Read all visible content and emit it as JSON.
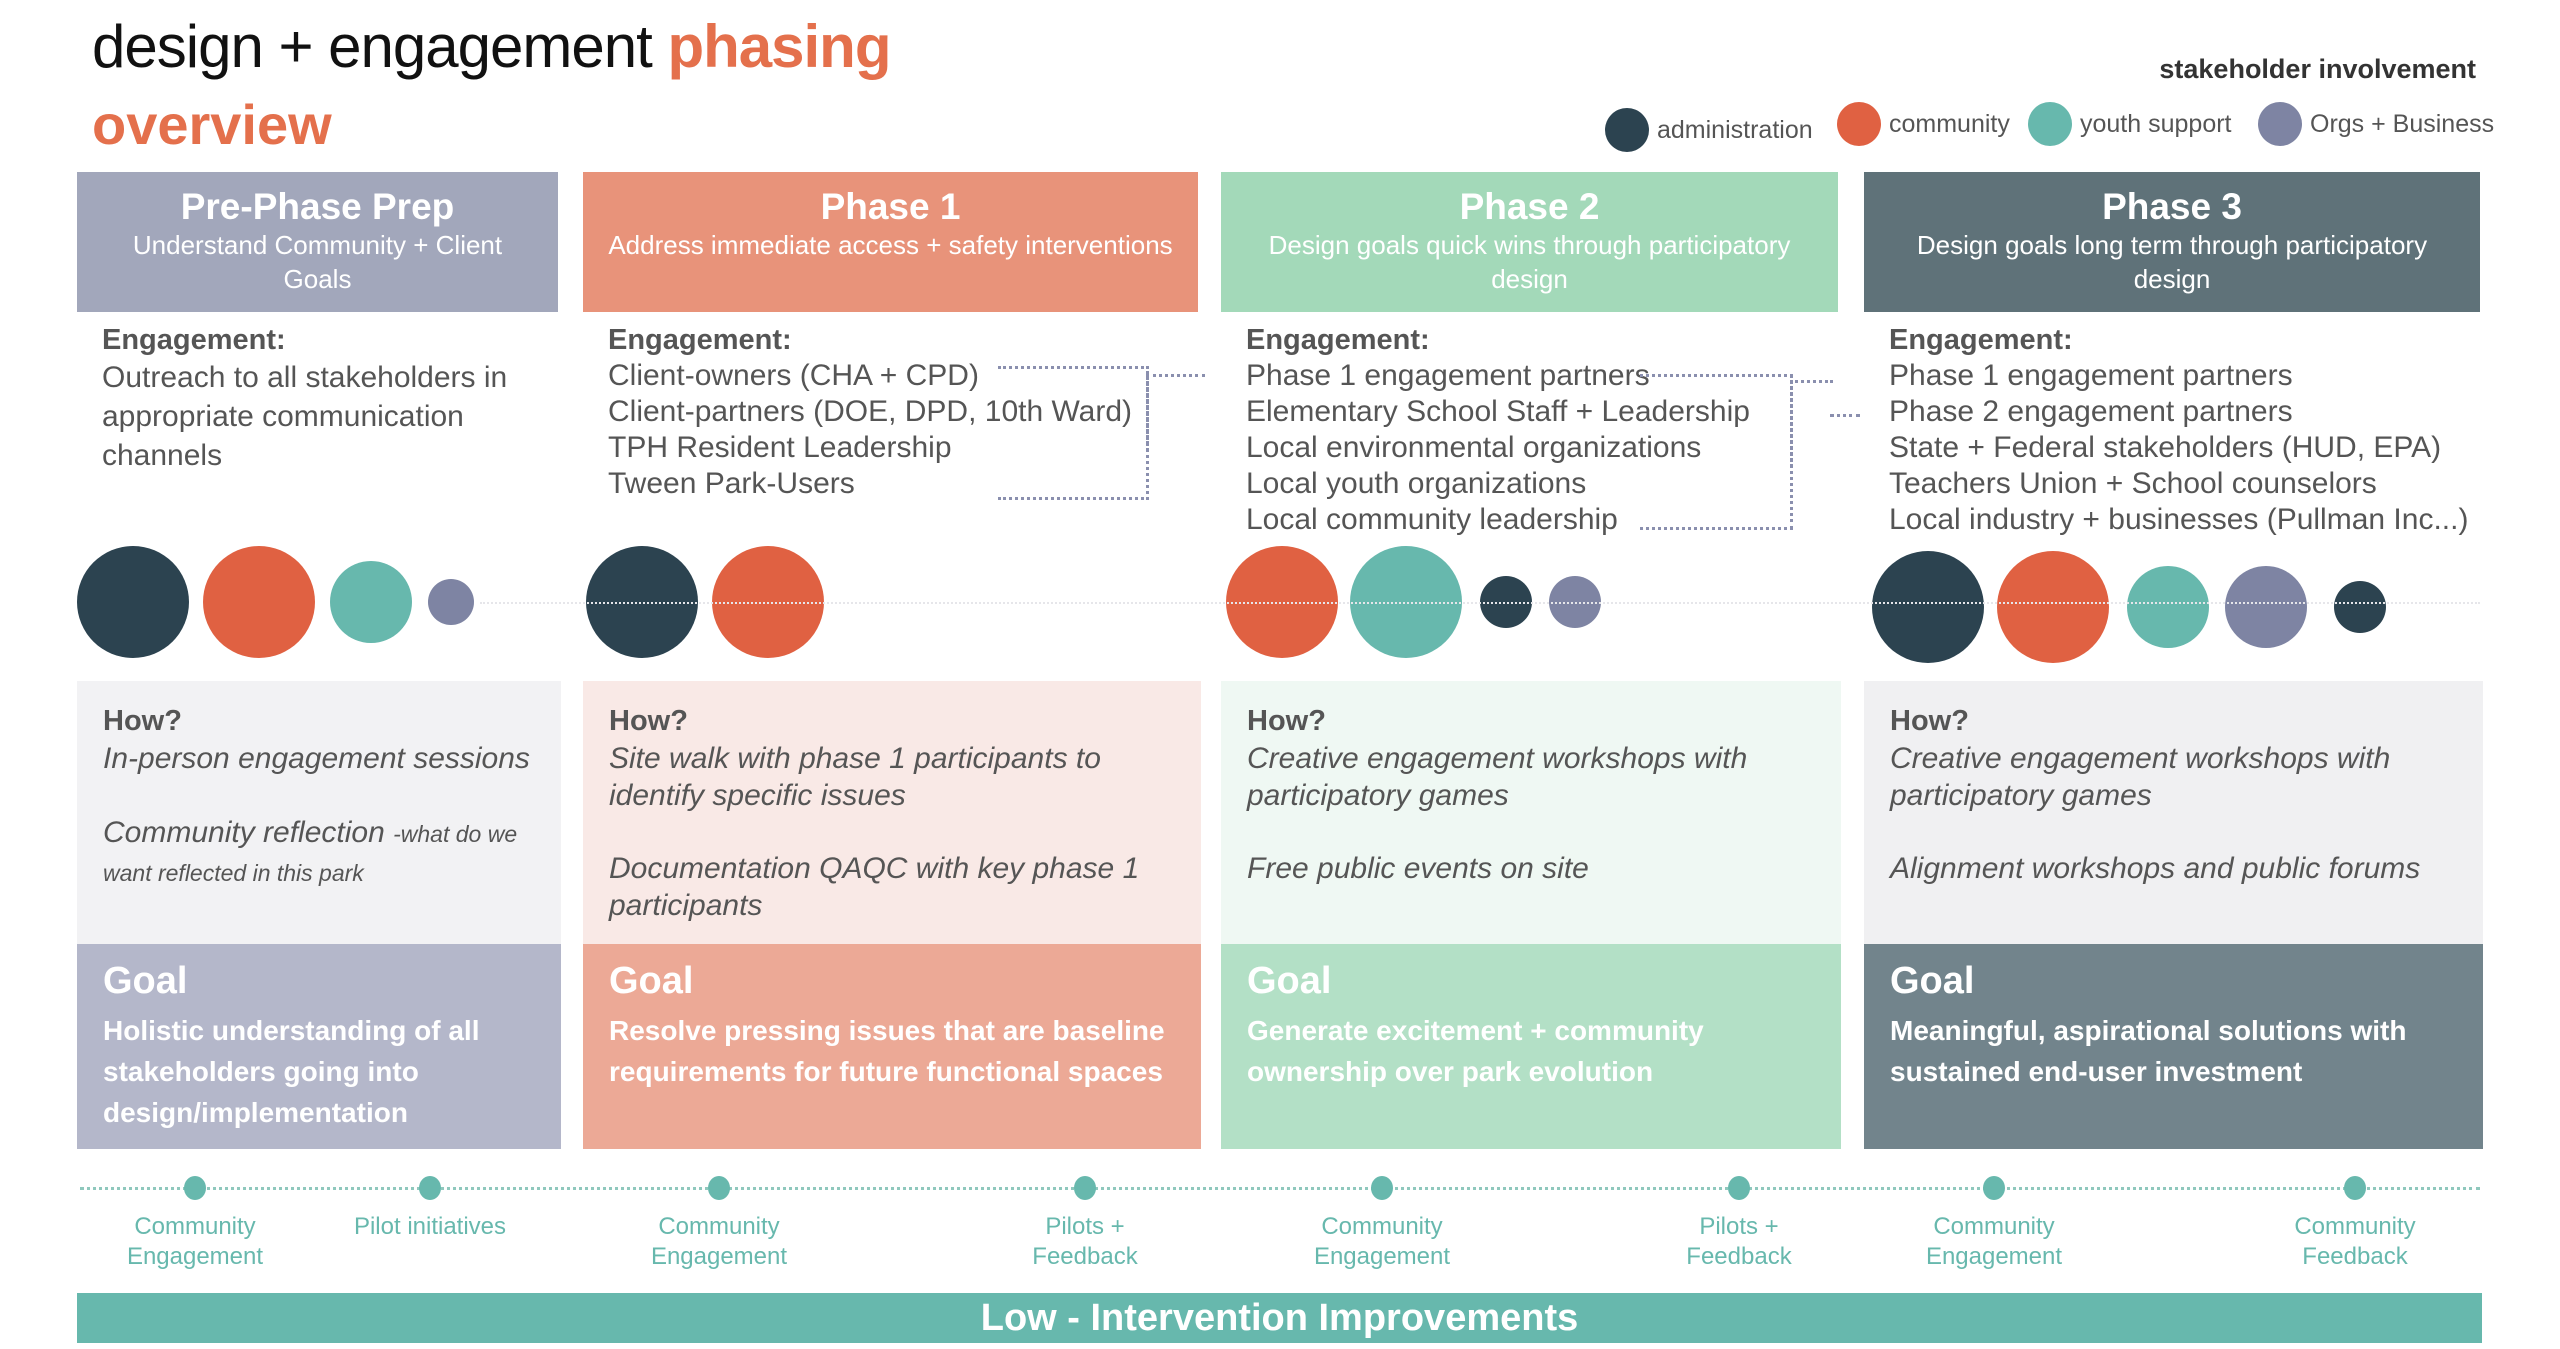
{
  "title": {
    "main": "design + engagement",
    "accent": "phasing",
    "line2": "overview"
  },
  "legend": {
    "title": "stakeholder involvement",
    "items": [
      {
        "label": "administration",
        "color": "#2c4350"
      },
      {
        "label": "community",
        "color": "#e06142"
      },
      {
        "label": "youth support",
        "color": "#67b8ad"
      },
      {
        "label": "Orgs + Business",
        "color": "#7e84a3"
      }
    ]
  },
  "phases": [
    {
      "title": "Pre-Phase Prep",
      "subtitle": "Understand Community + Client Goals",
      "header_color": "#a2a7bb",
      "how_bg": "#f2f2f4",
      "goal_bg": "#b4b7ca",
      "engagement_label": "Engagement:",
      "engagement": [
        "Outreach to all stakeholders in appropriate communication channels"
      ],
      "stakeholders": [
        {
          "type": "administration",
          "level": "high"
        },
        {
          "type": "community",
          "level": "high"
        },
        {
          "type": "youth support",
          "level": "medium"
        },
        {
          "type": "Orgs + Business",
          "level": "low"
        }
      ],
      "how_label": "How?",
      "how": [
        "In-person engagement sessions",
        "Community reflection",
        "-what do we want reflected in this park"
      ],
      "goal_label": "Goal",
      "goal": "Holistic understanding of all stakeholders going into design/implementation"
    },
    {
      "title": "Phase 1",
      "subtitle": "Address immediate access + safety interventions",
      "header_color": "#e8937a",
      "how_bg": "#f9e9e6",
      "goal_bg": "#eca996",
      "engagement_label": "Engagement:",
      "engagement": [
        "Client-owners (CHA + CPD)",
        "Client-partners (DOE, DPD, 10th Ward)",
        "TPH Resident Leadership",
        "Tween Park-Users"
      ],
      "stakeholders": [
        {
          "type": "administration",
          "level": "high"
        },
        {
          "type": "community",
          "level": "high"
        }
      ],
      "how_label": "How?",
      "how": [
        "Site walk with phase 1 participants to identify specific issues",
        "Documentation QAQC with  key phase 1 participants"
      ],
      "goal_label": "Goal",
      "goal": "Resolve pressing issues that are baseline requirements for future functional spaces"
    },
    {
      "title": "Phase 2",
      "subtitle": "Design goals quick wins through participatory design",
      "header_color": "#a3d9b9",
      "how_bg": "#eff8f3",
      "goal_bg": "#b3e0c6",
      "engagement_label": "Engagement:",
      "engagement": [
        "Phase 1 engagement partners",
        "Elementary School Staff + Leadership",
        "Local environmental organizations",
        "Local youth organizations",
        "Local community leadership"
      ],
      "stakeholders": [
        {
          "type": "community",
          "level": "high"
        },
        {
          "type": "youth support",
          "level": "high"
        },
        {
          "type": "administration",
          "level": "low"
        },
        {
          "type": "Orgs + Business",
          "level": "low"
        }
      ],
      "how_label": "How?",
      "how": [
        "Creative engagement workshops with participatory games",
        "Free public events on site"
      ],
      "goal_label": "Goal",
      "goal": "Generate excitement + community ownership over park evolution"
    },
    {
      "title": "Phase 3",
      "subtitle": "Design goals long term through participatory design",
      "header_color": "#5f7279",
      "how_bg": "#f0f0f2",
      "goal_bg": "#72848c",
      "engagement_label": "Engagement:",
      "engagement": [
        "Phase 1 engagement partners",
        "Phase 2 engagement partners",
        "State + Federal stakeholders (HUD, EPA)",
        "Teachers Union + School counselors",
        "Local industry + businesses (Pullman Inc...)"
      ],
      "stakeholders": [
        {
          "type": "administration",
          "level": "high"
        },
        {
          "type": "community",
          "level": "high"
        },
        {
          "type": "youth support",
          "level": "medium"
        },
        {
          "type": "Orgs + Business",
          "level": "medium"
        },
        {
          "type": "administration",
          "level": "low"
        }
      ],
      "how_label": "How?",
      "how": [
        "Creative engagement workshops with participatory games",
        "Alignment workshops and public forums"
      ],
      "goal_label": "Goal",
      "goal": "Meaningful, aspirational solutions with sustained end-user investment"
    }
  ],
  "timeline": {
    "milestones": [
      "Community Engagement",
      "Pilot initiatives",
      "Community Engagement",
      "Pilots + Feedback",
      "Community Engagement",
      "Pilots + Feedback",
      "Community Engagement",
      "Community Feedback"
    ],
    "bar_label": "Low - Intervention Improvements",
    "color": "#67b8ad"
  }
}
